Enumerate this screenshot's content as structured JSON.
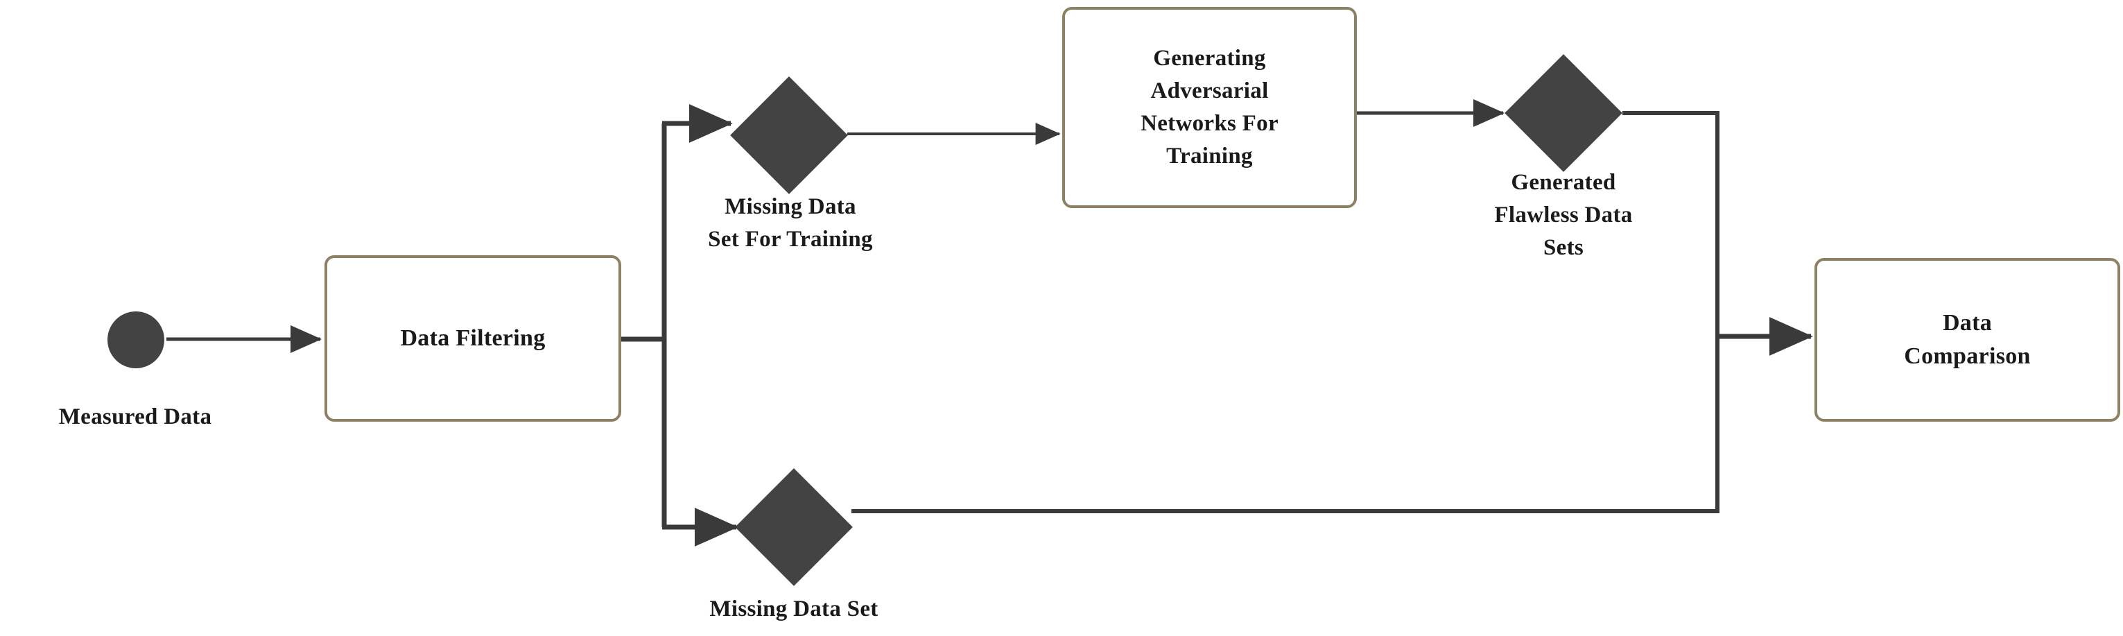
{
  "diagram": {
    "type": "flowchart",
    "title": "Measured Data processing and GAN based data generation flow",
    "background_color": "#ffffff",
    "box_border_color": "#8d8164",
    "shape_fill_color": "#434343",
    "connector_color": "#3a3a3a",
    "text_color": "#1a1a1a"
  },
  "nodes": {
    "measured_data": {
      "label": "Measured Data",
      "shape": "circle"
    },
    "data_filtering": {
      "label": "Data Filtering",
      "shape": "process"
    },
    "missing_data_set_for_training": {
      "label": "Missing Data\nSet For Training",
      "shape": "decision"
    },
    "gan_training": {
      "label": "Generating\nAdversarial\nNetworks For\nTraining",
      "shape": "process"
    },
    "generated_flawless_data_sets": {
      "label": "Generated\nFlawless Data\nSets",
      "shape": "decision"
    },
    "missing_data_set": {
      "label": "Missing Data Set",
      "shape": "decision"
    },
    "data_comparison": {
      "label": "Data\nComparison",
      "shape": "process"
    }
  },
  "edges": [
    {
      "from": "measured_data",
      "to": "data_filtering",
      "arrow": true
    },
    {
      "from": "data_filtering",
      "to": "missing_data_set_for_training",
      "arrow": true
    },
    {
      "from": "data_filtering",
      "to": "missing_data_set",
      "arrow": true
    },
    {
      "from": "missing_data_set_for_training",
      "to": "gan_training",
      "arrow": true
    },
    {
      "from": "gan_training",
      "to": "generated_flawless_data_sets",
      "arrow": true
    },
    {
      "from": "generated_flawless_data_sets",
      "to": "data_comparison",
      "arrow": true
    },
    {
      "from": "missing_data_set",
      "to": "data_comparison",
      "arrow": true
    }
  ]
}
